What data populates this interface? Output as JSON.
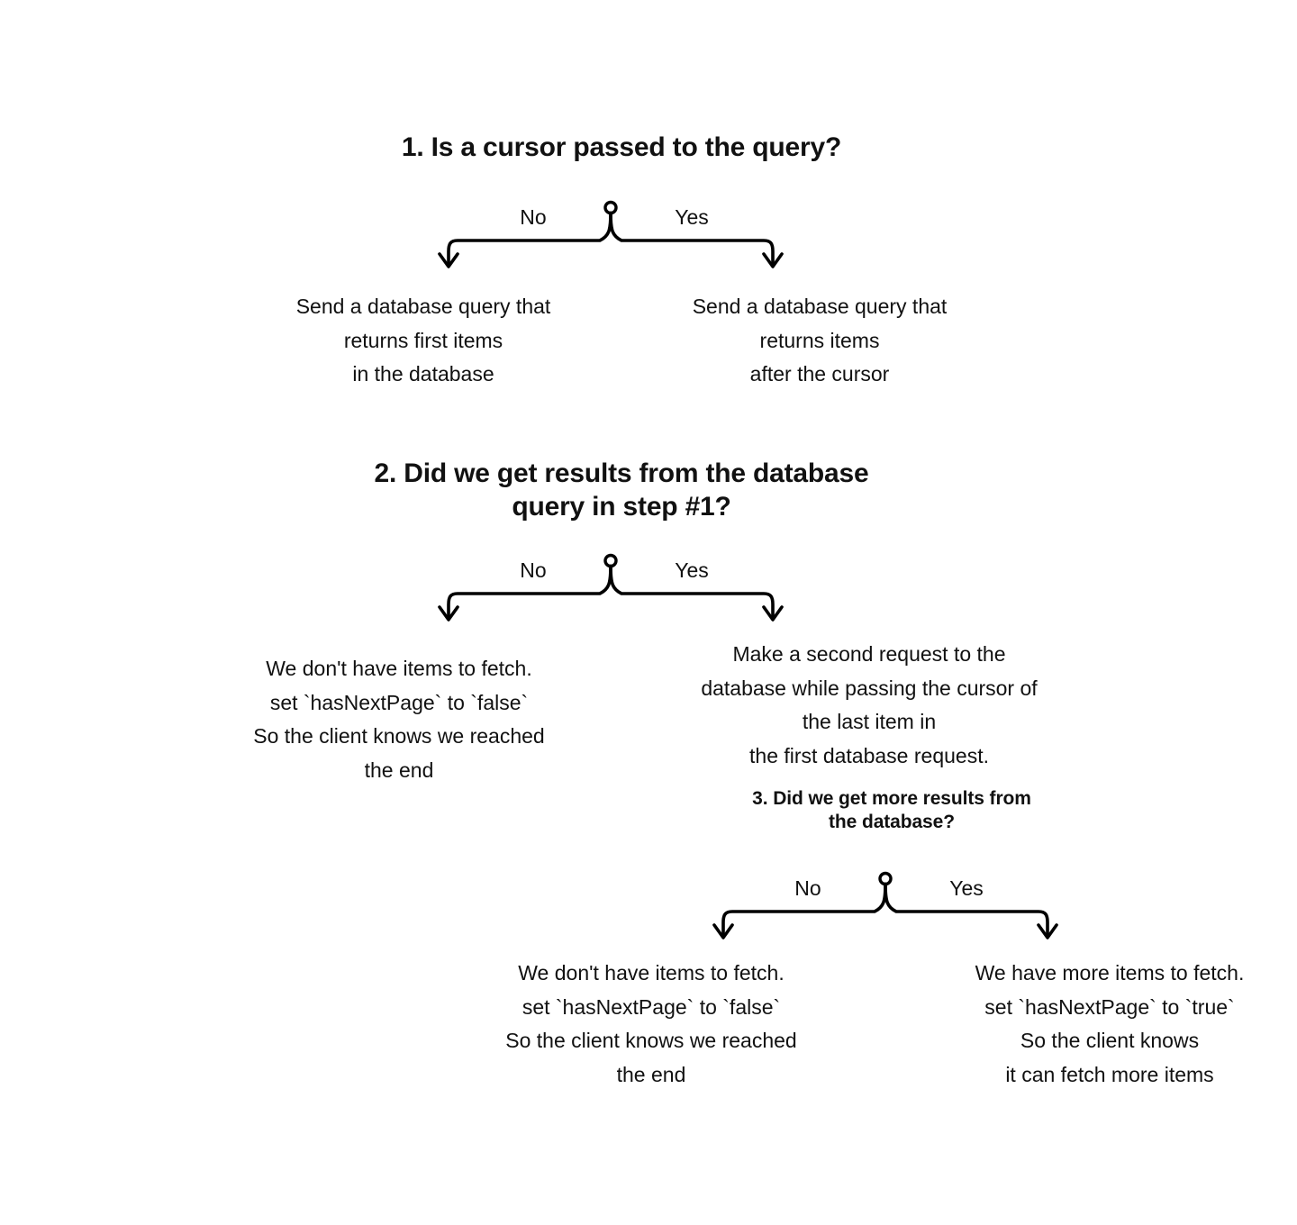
{
  "diagram": {
    "title_step1": "1. Is a cursor passed to the query?",
    "title_step2": "2. Did we get results from the database\nquery in step #1?",
    "title_step3": "3. Did we get more results from\nthe database?",
    "branch_labels": {
      "no": "No",
      "yes": "Yes"
    },
    "step1": {
      "no_outcome": "Send a database query that\nreturns first items\nin the database",
      "yes_outcome": "Send a database query that\nreturns items\nafter the cursor"
    },
    "step2": {
      "no_outcome": "We don't have items to fetch.\nset `hasNextPage` to `false`\nSo the client knows we reached\nthe end",
      "yes_outcome": "Make a second request to the\ndatabase while passing the cursor of\nthe last item in\nthe first database request."
    },
    "step3": {
      "no_outcome": "We don't have items to fetch.\nset `hasNextPage` to `false`\nSo the client knows we reached\nthe end",
      "yes_outcome": "We have more items to fetch.\nset `hasNextPage` to `true`\nSo the client knows\nit can fetch more items"
    },
    "colors": {
      "background": "#ffffff",
      "ink": "#111111",
      "stroke": "#000000"
    }
  }
}
